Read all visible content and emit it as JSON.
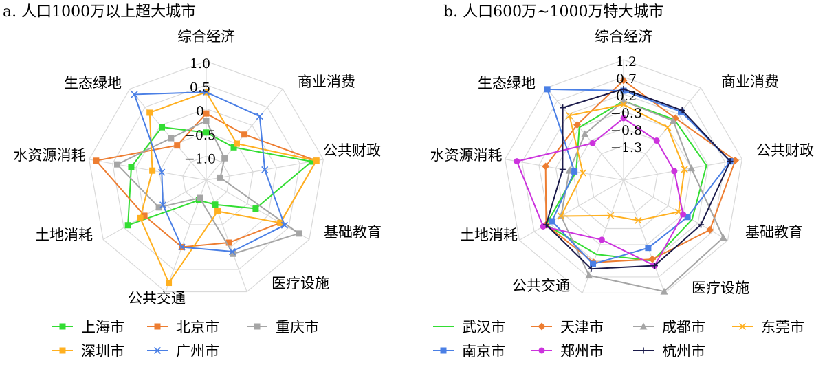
{
  "chart_data": [
    {
      "type": "radar",
      "title": "a. 人口1000万以上超大城市",
      "axes": [
        "综合经济",
        "商业消费",
        "公共财政",
        "基础教育",
        "医疗设施",
        "公共交通",
        "土地消耗",
        "水资源消耗",
        "生态绿地"
      ],
      "ticks": [
        "1.0",
        "0.5",
        "0",
        "−0.5",
        "−1.0"
      ],
      "tick_values": [
        1.0,
        0.5,
        0,
        -0.5,
        -1.0
      ],
      "rmin": -1.5,
      "rmax": 1.0,
      "grid": true,
      "legend_position": "bottom",
      "series": [
        {
          "name": "上海市",
          "color": "#33dd33",
          "marker": "square",
          "values": [
            -0.5,
            -0.6,
            0.75,
            -0.3,
            -0.95,
            -1.05,
            0.4,
            0.1,
            -0.05
          ]
        },
        {
          "name": "北京市",
          "color": "#ed7d31",
          "marker": "square",
          "values": [
            -0.1,
            -0.25,
            0.85,
            0.3,
            -0.1,
            0.0,
            0.0,
            0.85,
            -0.55
          ]
        },
        {
          "name": "重庆市",
          "color": "#a5a5a5",
          "marker": "square",
          "values": [
            -0.25,
            -0.9,
            -1.2,
            0.75,
            0.15,
            -1.1,
            -0.35,
            0.4,
            -0.35
          ]
        },
        {
          "name": "深圳市",
          "color": "#ffb020",
          "marker": "square",
          "values": [
            0.35,
            -0.5,
            0.85,
            0.3,
            -0.8,
            0.8,
            0.1,
            -0.35,
            0.35
          ]
        },
        {
          "name": "广州市",
          "color": "#4a7fe5",
          "marker": "x",
          "values": [
            0.35,
            0.25,
            -0.25,
            0.4,
            0.1,
            0.0,
            -0.45,
            -0.55,
            0.85
          ]
        }
      ]
    },
    {
      "type": "radar",
      "title": "b. 人口600万~1000万特大城市",
      "axes": [
        "综合经济",
        "商业消费",
        "公共财政",
        "基础教育",
        "医疗设施",
        "公共交通",
        "土地消耗",
        "水资源消耗",
        "生态绿地"
      ],
      "ticks": [
        "1.2",
        "0.7",
        "0.2",
        "−0.3",
        "−0.8",
        "−1.3"
      ],
      "tick_values": [
        1.2,
        0.7,
        0.2,
        -0.3,
        -0.8,
        -1.3
      ],
      "rmin": -2.3,
      "rmax": 1.2,
      "grid": true,
      "legend_position": "bottom",
      "series": [
        {
          "name": "武汉市",
          "color": "#33dd33",
          "marker": "none",
          "values": [
            0.0,
            0.0,
            0.15,
            0.0,
            0.2,
            0.0,
            0.3,
            -0.9,
            -0.3
          ]
        },
        {
          "name": "天津市",
          "color": "#ed7d31",
          "marker": "diamond",
          "values": [
            0.6,
            0.05,
            1.0,
            0.6,
            0.15,
            0.25,
            0.3,
            0.0,
            -0.2
          ]
        },
        {
          "name": "成都市",
          "color": "#a5a5a5",
          "marker": "triangle",
          "values": [
            0.0,
            -0.05,
            -0.3,
            1.05,
            1.15,
            0.65,
            -0.2,
            -0.7,
            -0.55
          ]
        },
        {
          "name": "东莞市",
          "color": "#ffb020",
          "marker": "x",
          "values": [
            -0.1,
            -0.3,
            -0.5,
            -0.45,
            -1.05,
            -1.2,
            -0.2,
            -1.1,
            0.15
          ]
        },
        {
          "name": "南京市",
          "color": "#4a7fe5",
          "marker": "square",
          "values": [
            0.3,
            0.3,
            0.85,
            -0.15,
            -0.2,
            0.3,
            0.1,
            -0.85,
            1.15
          ]
        },
        {
          "name": "郑州市",
          "color": "#cc33dd",
          "marker": "circle",
          "values": [
            -0.5,
            -0.8,
            -0.8,
            -0.3,
            0.35,
            -0.45,
            0.4,
            0.85,
            -0.9
          ]
        },
        {
          "name": "杭州市",
          "color": "#1a1a4a",
          "marker": "plus",
          "values": [
            0.35,
            0.35,
            0.85,
            0.3,
            0.35,
            0.45,
            0.3,
            -0.5,
            0.45
          ]
        }
      ]
    }
  ]
}
